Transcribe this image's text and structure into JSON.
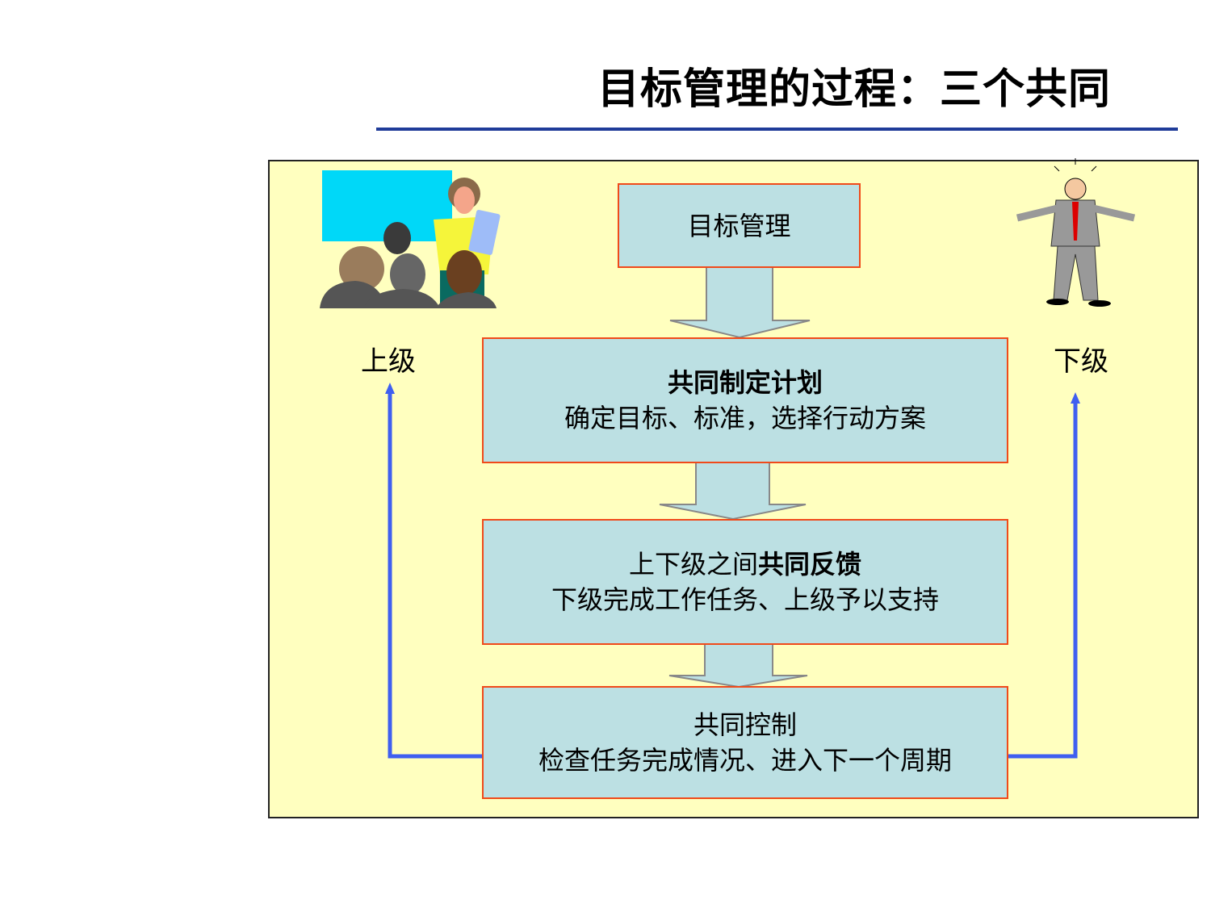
{
  "title": "目标管理的过程：三个共同",
  "labels": {
    "superior": "上级",
    "subordinate": "下级"
  },
  "boxes": {
    "top": "目标管理",
    "plan": {
      "heading": "共同制定计划",
      "detail": "确定目标、标准，选择行动方案"
    },
    "feedback": {
      "prefix": "上下级之间",
      "heading": "共同反馈",
      "detail": "下级完成工作任务、上级予以支持"
    },
    "control": {
      "heading": "共同控制",
      "detail": "检查任务完成情况、进入下一个周期"
    }
  },
  "colors": {
    "panel": "#ffffbf",
    "box": "#bce0e3",
    "box_border": "#f04a1a",
    "loop_arrow": "#3f5ff0",
    "rule": "#1f3c99"
  }
}
